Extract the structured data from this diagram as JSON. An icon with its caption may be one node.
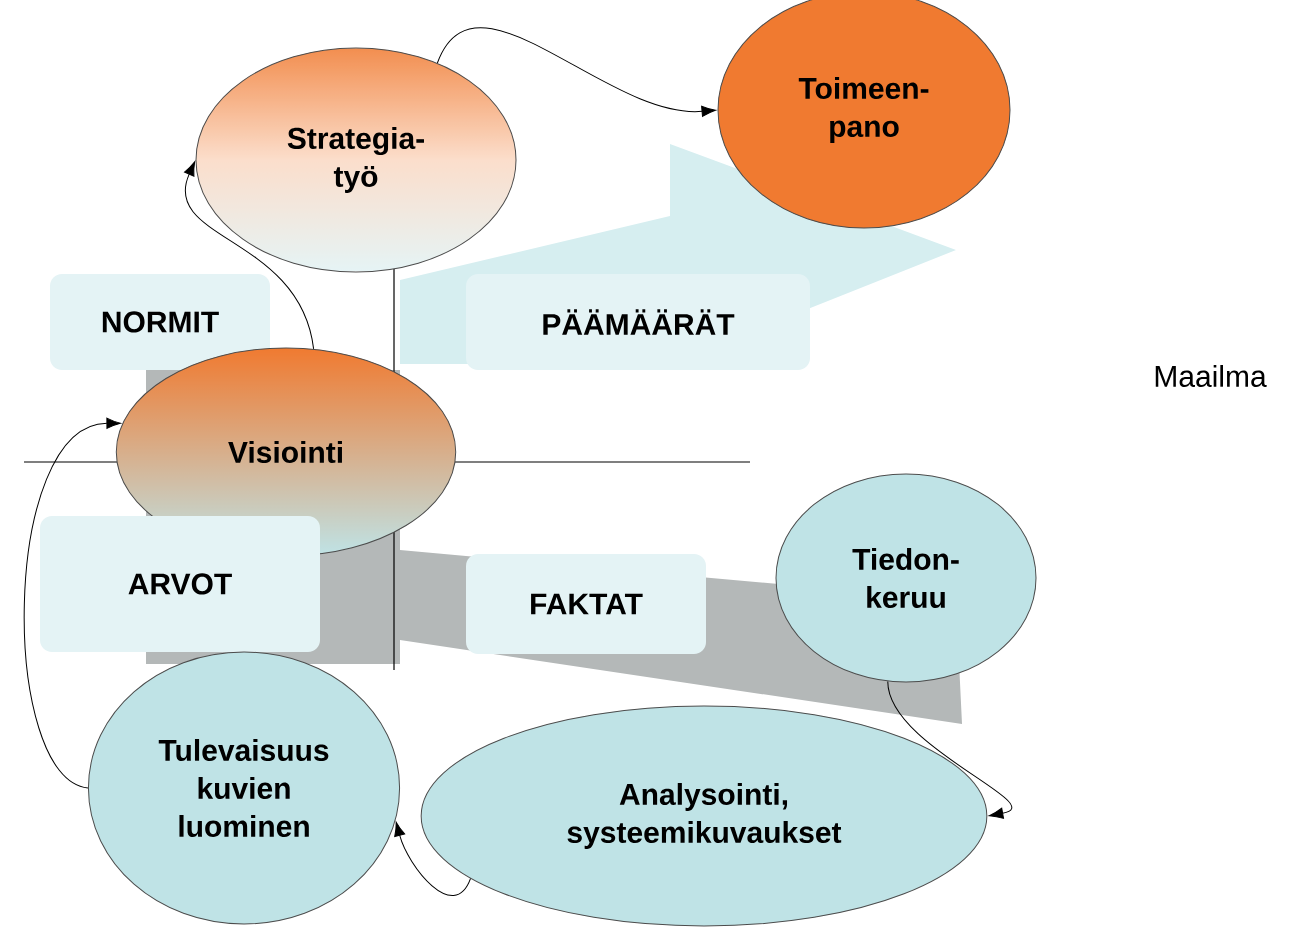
{
  "diagram": {
    "nodes": [
      {
        "text": [
          "Strategia- työ"
        ]
      },
      {
        "text": [
          "Toimeen- pano"
        ]
      },
      {
        "text": [
          "NORMIT"
        ]
      },
      {
        "text": [
          "PÄÄMÄÄRÄT"
        ]
      },
      {
        "text": [
          "Visiointi"
        ]
      },
      {
        "text": [
          "ARVOT"
        ]
      },
      {
        "text": [
          "FAKTAT"
        ]
      },
      {
        "text": [
          "Tiedon- keruu"
        ]
      },
      {
        "text": [
          "Tulevaisuus kuvien luominen"
        ]
      },
      {
        "text": [
          "Analysointi, systeemikuvaukset"
        ]
      }
    ],
    "edges": [
      {
        "from": 0,
        "to": 1,
        "arrow": "to"
      },
      {
        "from": 4,
        "to": 0,
        "arrow": "to"
      },
      {
        "from": 8,
        "to": 4,
        "arrow": "to"
      },
      {
        "from": 9,
        "to": 8,
        "arrow": "to"
      },
      {
        "from": 7,
        "to": 9,
        "arrow": "to"
      },
      {
        "from": 0,
        "to": 1,
        "arrow": "to",
        "style": "thick",
        "color": "#d6eef0"
      },
      {
        "from": 7,
        "to": 4,
        "arrow": "none",
        "style": "thick",
        "color": "#b4b8b8"
      }
    ],
    "labels": [
      "Maailma"
    ]
  }
}
